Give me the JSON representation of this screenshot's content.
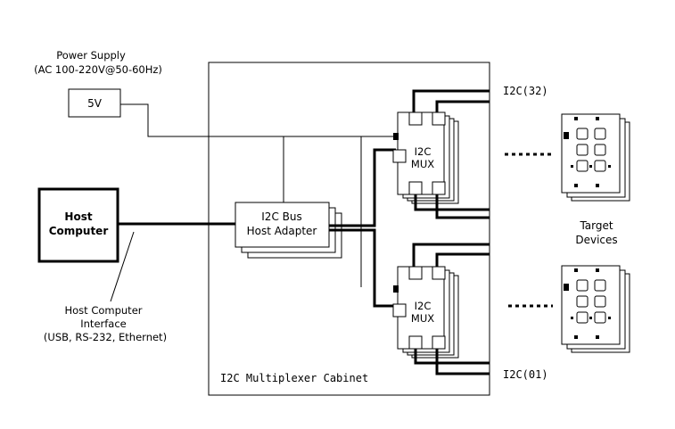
{
  "power_supply": {
    "title": "Power Supply",
    "spec": "(AC 100-220V@50-60Hz)",
    "voltage": "5V"
  },
  "host_computer": {
    "label_line1": "Host",
    "label_line2": "Computer"
  },
  "host_interface": {
    "line1": "Host Computer",
    "line2": "Interface",
    "line3": "(USB, RS-232, Ethernet)"
  },
  "adapter": {
    "line1": "I2C Bus",
    "line2": "Host Adapter"
  },
  "mux_top": {
    "line1": "I2C",
    "line2": "MUX"
  },
  "mux_bottom": {
    "line1": "I2C",
    "line2": "MUX"
  },
  "cabinet_label": "I2C Multiplexer Cabinet",
  "bus_labels": {
    "top": "I2C(32)",
    "bottom": "I2C(01)"
  },
  "target_devices": {
    "line1": "Target",
    "line2": "Devices"
  }
}
